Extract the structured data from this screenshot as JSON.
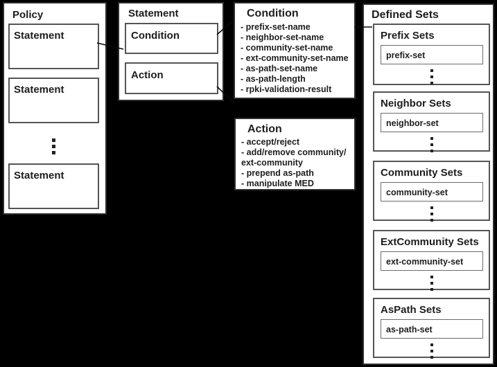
{
  "colors": {
    "background": "#000000",
    "box_fill": "#ffffff",
    "outer_border": "#2d2d2d",
    "mid_border": "#555555",
    "inner_border": "#6a6a6a",
    "text": "#1d1d1d",
    "connector": "#0b0b0b"
  },
  "policy": {
    "title": "Policy",
    "statements": [
      "Statement",
      "Statement",
      "Statement"
    ]
  },
  "statement": {
    "title": "Statement",
    "condition_label": "Condition",
    "action_label": "Action"
  },
  "condition_detail": {
    "title": "Condition",
    "items": [
      "- prefix-set-name",
      "- neighbor-set-name",
      "- community-set-name",
      "- ext-community-set-name",
      "- as-path-set-name",
      "- as-path-length",
      "- rpki-validation-result"
    ]
  },
  "action_detail": {
    "title": "Action",
    "lines": [
      "- accept/reject",
      "- add/remove community/",
      "ext-community",
      "- prepend as-path",
      "- manipulate MED"
    ]
  },
  "defined_sets": {
    "title": "Defined Sets",
    "groups": [
      {
        "title": "Prefix Sets",
        "item": "prefix-set"
      },
      {
        "title": "Neighbor Sets",
        "item": "neighbor-set"
      },
      {
        "title": "Community Sets",
        "item": "community-set"
      },
      {
        "title": "ExtCommunity Sets",
        "item": "ext-community-set"
      },
      {
        "title": "AsPath Sets",
        "item": "as-path-set"
      }
    ]
  },
  "connectors": [
    {
      "from": "policy-statement-1",
      "to": "statement-detail-box"
    },
    {
      "from": "statement-condition-box",
      "to": "condition-detail-box"
    },
    {
      "from": "statement-action-box",
      "to": "action-detail-box"
    },
    {
      "from": "condition-detail-box",
      "to": "defined-sets-group-prefix"
    }
  ]
}
